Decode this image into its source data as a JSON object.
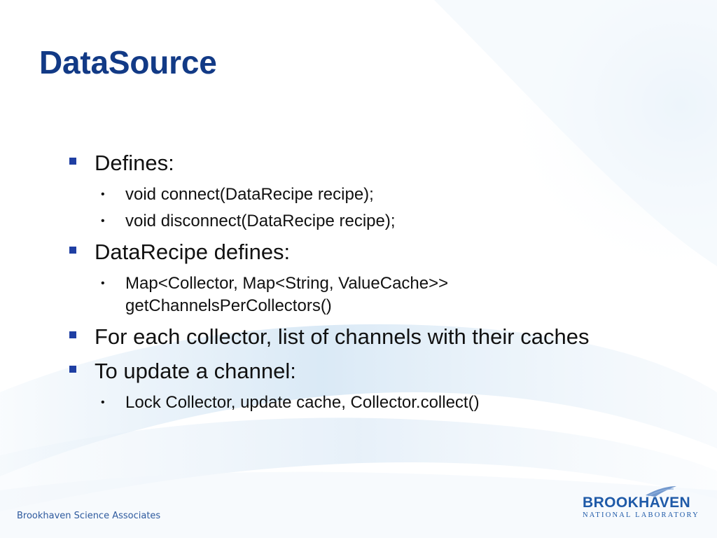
{
  "slide": {
    "title": "DataSource",
    "bullets": [
      {
        "text": "Defines:",
        "sub": [
          {
            "text": "void connect(DataRecipe recipe);"
          },
          {
            "text": "void disconnect(DataRecipe recipe);"
          }
        ]
      },
      {
        "text": "DataRecipe defines:",
        "sub": [
          {
            "text": "Map<Collector, Map<String, ValueCache>>",
            "cont": "getChannelsPerCollectors()"
          }
        ]
      },
      {
        "text": "For each collector, list of channels with their caches",
        "sub": []
      },
      {
        "text": "To update a channel:",
        "sub": [
          {
            "text": "Lock Collector, update cache, Collector.collect()"
          }
        ]
      }
    ]
  },
  "footer": {
    "left_text": "Brookhaven Science Associates",
    "logo_main": "BROOKHAVEN",
    "logo_sub": "NATIONAL LABORATORY"
  },
  "colors": {
    "title": "#123a86",
    "bullet_square": "#1f3fa3",
    "text": "#111111",
    "footer_text": "#2e5a9e",
    "logo": "#1f5aa8",
    "background_swirl": "#cfe3f4"
  }
}
